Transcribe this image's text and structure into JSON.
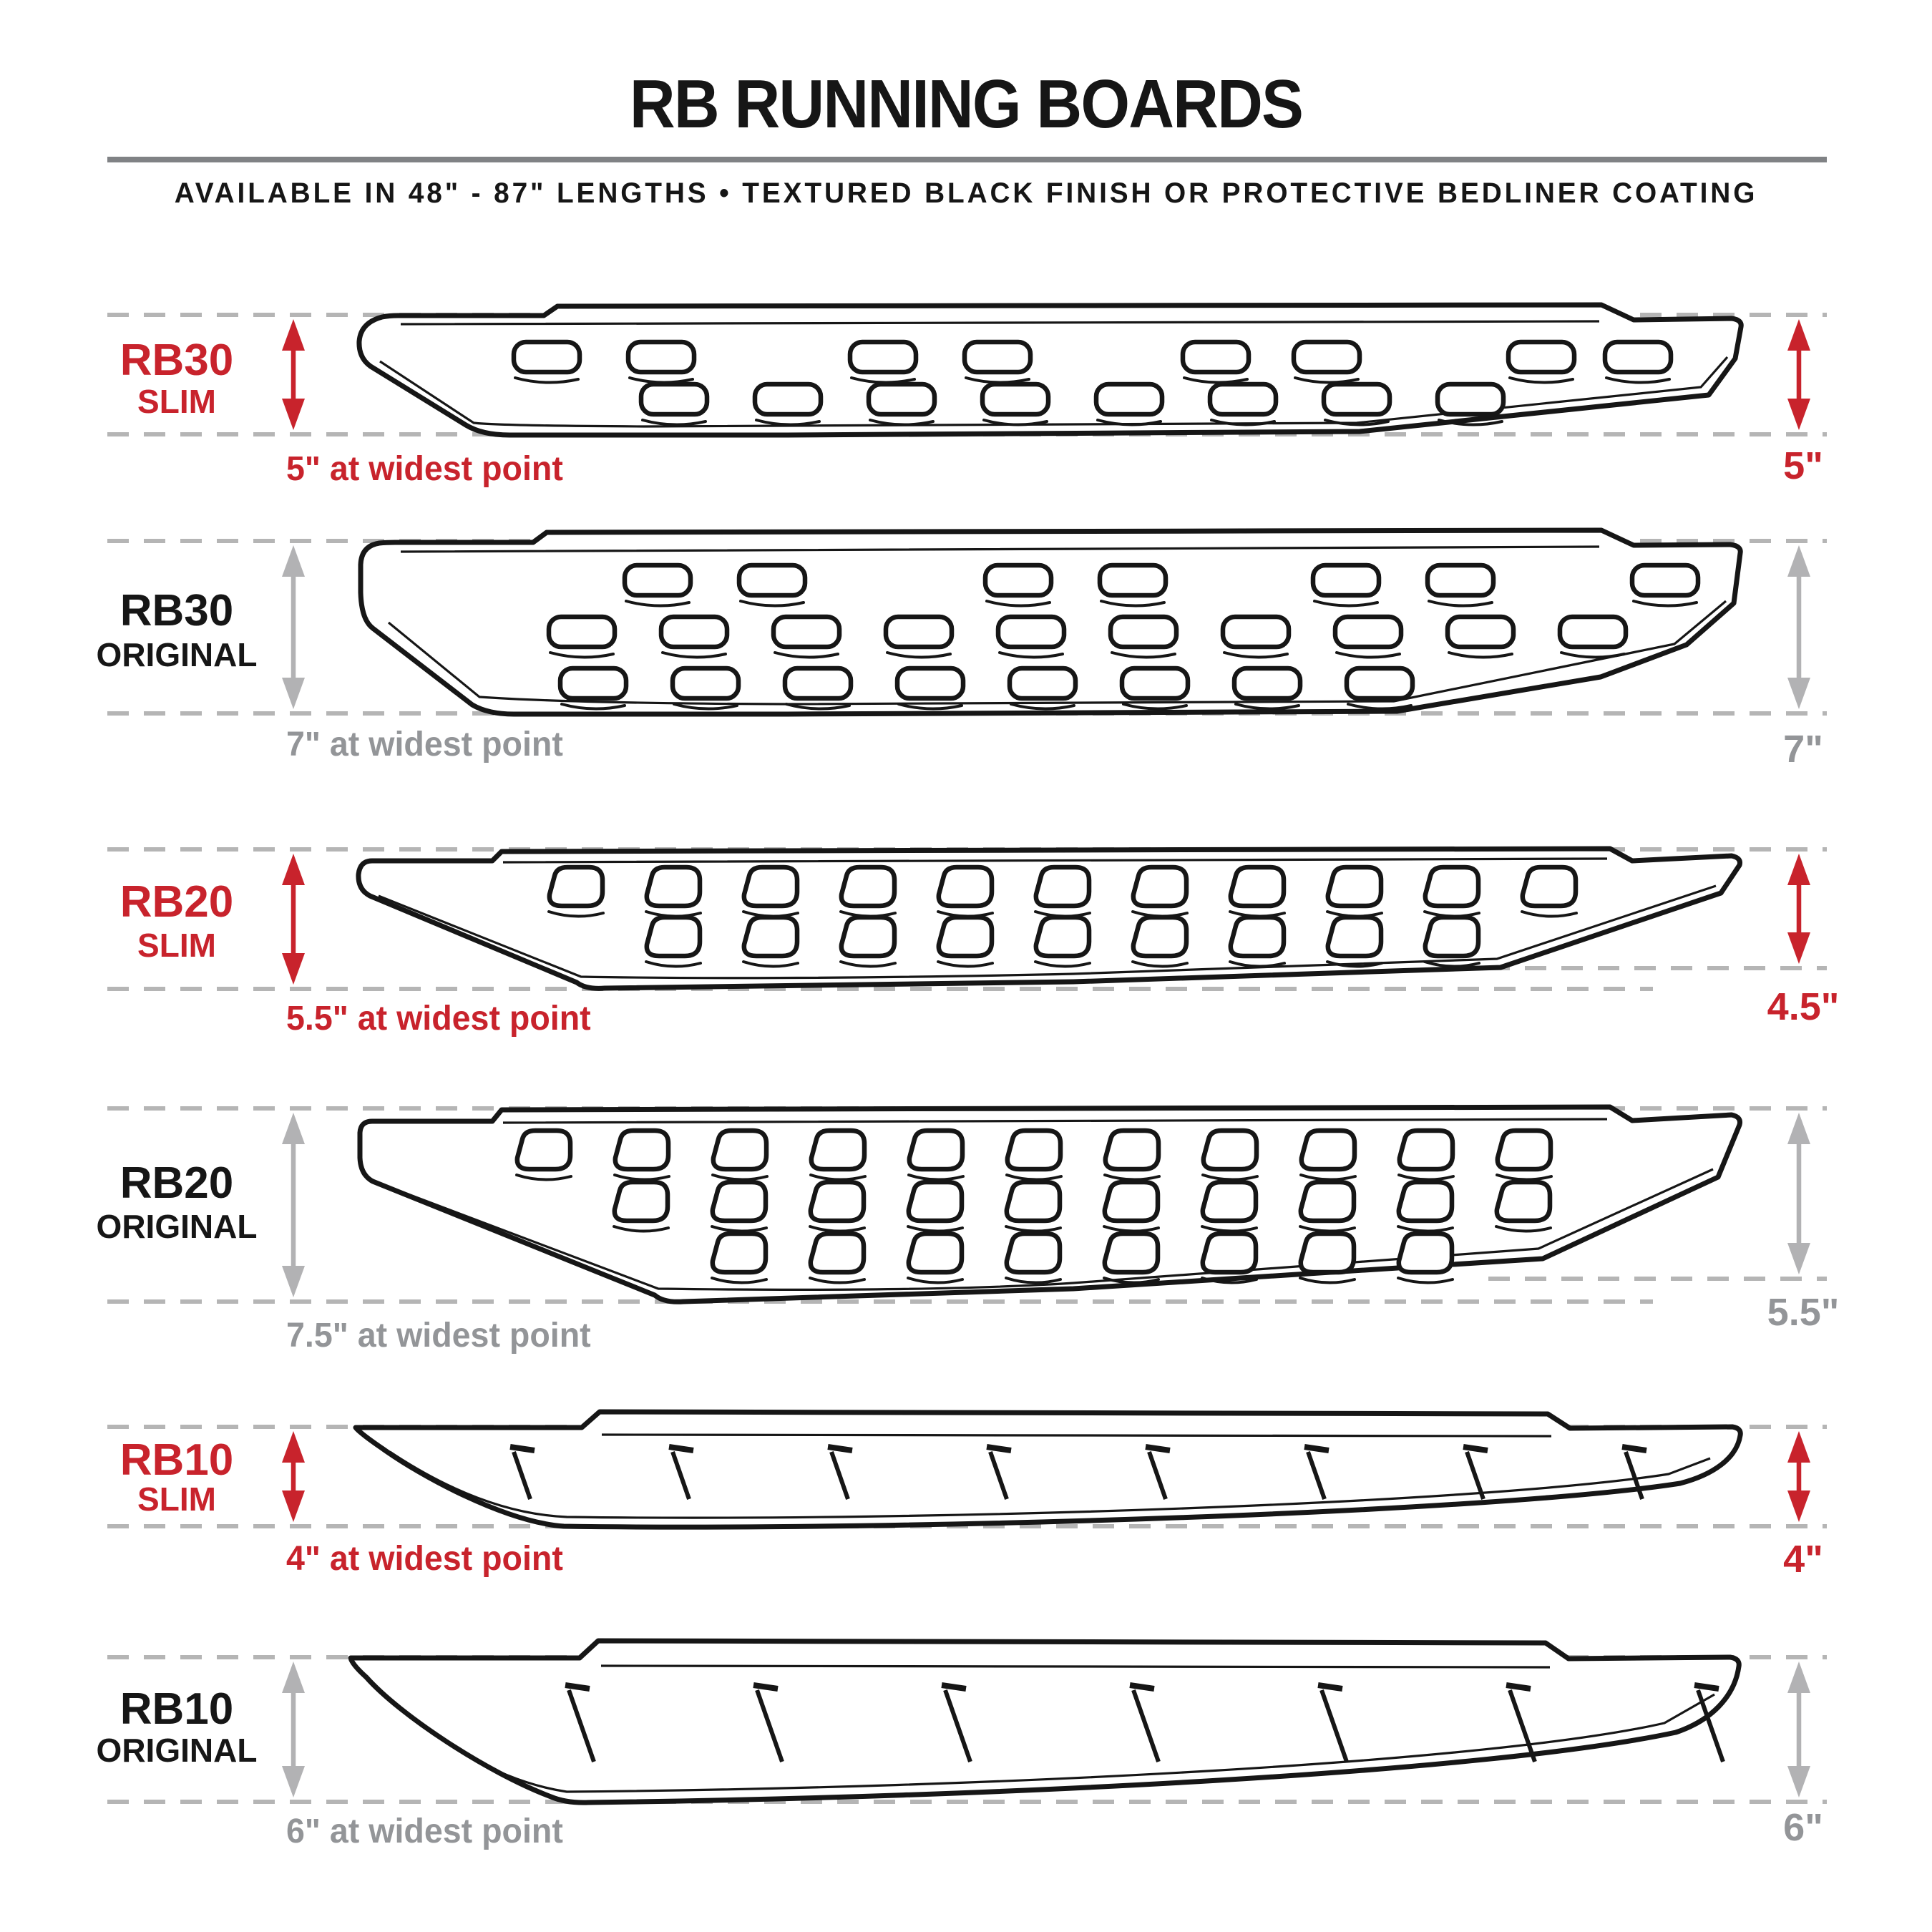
{
  "title": "RB RUNNING BOARDS",
  "subtitle": "AVAILABLE IN 48\" - 87\" LENGTHS  •  TEXTURED BLACK FINISH OR PROTECTIVE BEDLINER COATING",
  "colors": {
    "accent_red": "#C8232C",
    "text_gray": "#939598",
    "arrow_gray": "#B2B2B4",
    "dash_gray": "#B5B5B5",
    "ink": "#161616",
    "rule_gray": "#808285"
  },
  "sections": [
    {
      "id": "rb30-slim",
      "model": "RB30",
      "variant": "SLIM",
      "accent": "red",
      "width_label": "5\" at widest point",
      "height_label": "5\""
    },
    {
      "id": "rb30-original",
      "model": "RB30",
      "variant": "ORIGINAL",
      "accent": "gray",
      "width_label": "7\" at widest point",
      "height_label": "7\""
    },
    {
      "id": "rb20-slim",
      "model": "RB20",
      "variant": "SLIM",
      "accent": "red",
      "width_label": "5.5\" at widest point",
      "height_label": "4.5\""
    },
    {
      "id": "rb20-original",
      "model": "RB20",
      "variant": "ORIGINAL",
      "accent": "gray",
      "width_label": "7.5\" at widest point",
      "height_label": "5.5\""
    },
    {
      "id": "rb10-slim",
      "model": "RB10",
      "variant": "SLIM",
      "accent": "red",
      "width_label": "4\" at widest point",
      "height_label": "4\""
    },
    {
      "id": "rb10-original",
      "model": "RB10",
      "variant": "ORIGINAL",
      "accent": "gray",
      "width_label": "6\" at widest point",
      "height_label": "6\""
    }
  ]
}
